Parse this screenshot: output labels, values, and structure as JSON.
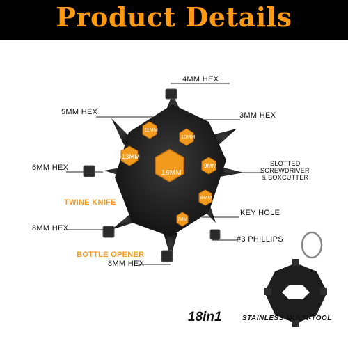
{
  "header": {
    "title": "Product Details"
  },
  "labels": {
    "hex4": "4MM HEX",
    "hex5": "5MM HEX",
    "hex3": "3MM HEX",
    "hex6": "6MM HEX",
    "slotted1": "SLOTTED",
    "slotted2": "SCREWDRIVER",
    "slotted3": "& BOXCUTTER",
    "twine": "TWINE KNIFE",
    "keyhole": "KEY HOLE",
    "hex8a": "8MM HEX",
    "phillips": "#3 PHILLIPS",
    "bottle": "BOTTLE OPENER",
    "hex8b": "8MM HEX"
  },
  "sizes": {
    "s16": "16MM",
    "s13": "13MM",
    "s11": "11MM",
    "s10": "10MM",
    "s9": "9MM",
    "s8": "8MM",
    "s7": "7MM"
  },
  "footer": {
    "count": "18in1",
    "subtitle": "STAINLESS MULTI-TOOL"
  },
  "colors": {
    "accent": "#ff9b12",
    "tool": "#1b1b1b"
  }
}
